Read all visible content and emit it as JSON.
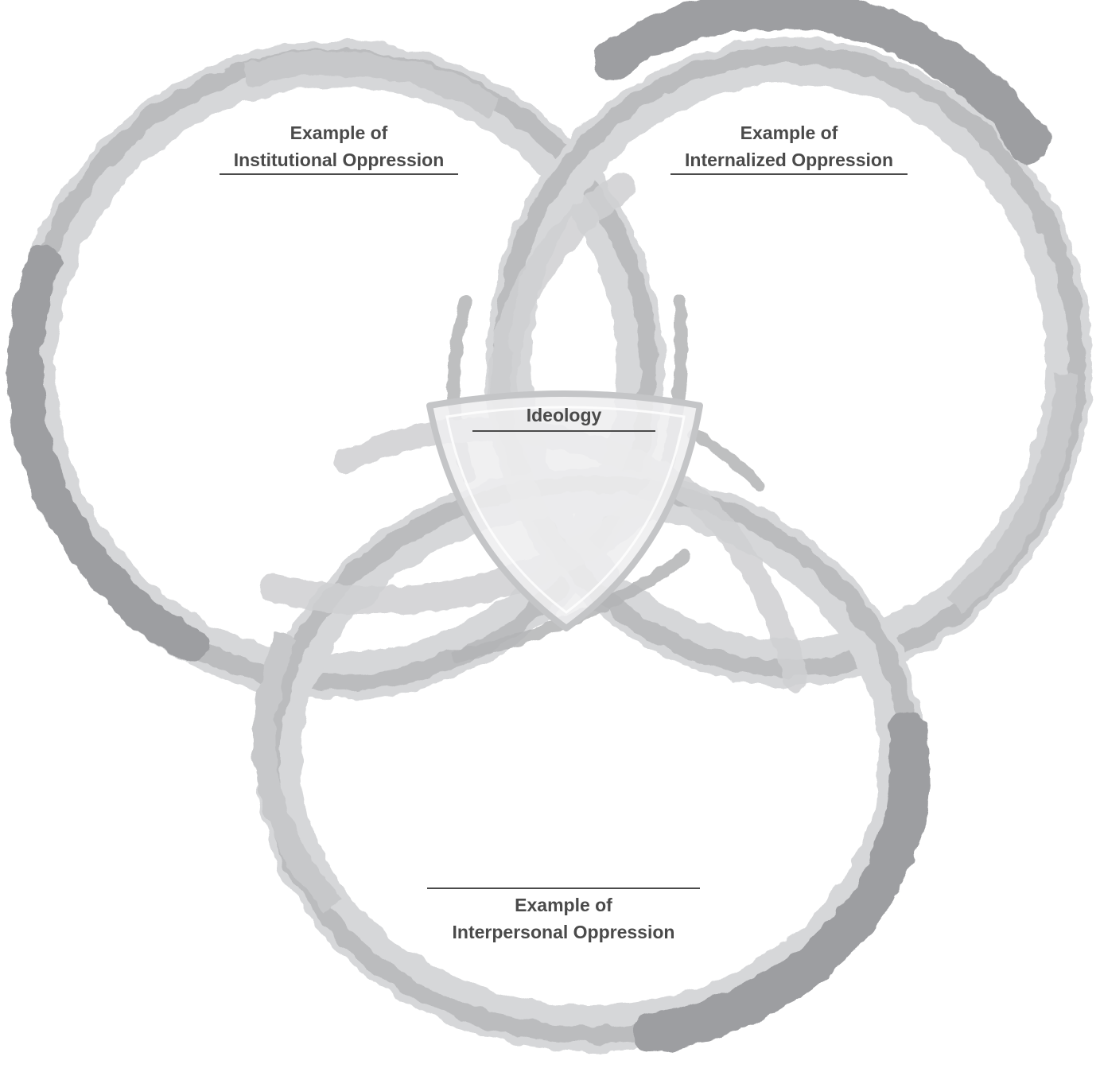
{
  "diagram": {
    "institutional": {
      "line1": "Example of",
      "line2": "Institutional Oppression"
    },
    "internalized": {
      "line1": "Example of",
      "line2": "Internalized Oppression"
    },
    "interpersonal": {
      "line1": "Example of",
      "line2": "Interpersonal Oppression"
    },
    "center": {
      "label": "Ideology"
    }
  },
  "colors": {
    "ring_light": "#d6d7d9",
    "ring_mid": "#bbbcbe",
    "ring_dark": "#9d9ea1",
    "text": "#4a4a4a",
    "center_fill": "#eeeeef"
  }
}
